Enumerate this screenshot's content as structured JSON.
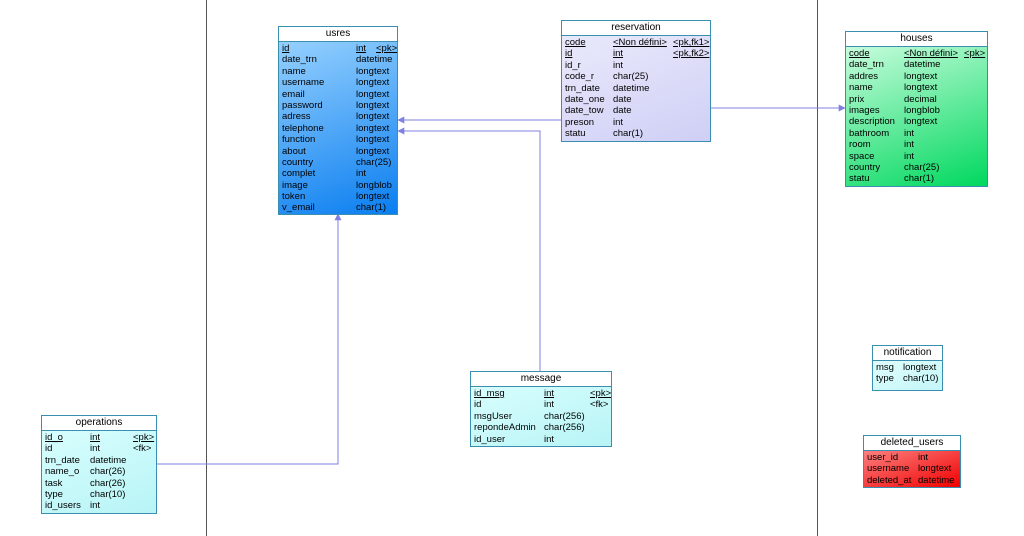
{
  "entities": {
    "usres": {
      "name": "usres",
      "fill": "gradient-blue",
      "columns": [
        {
          "name": "id",
          "type": "int",
          "key": "<pk>"
        },
        {
          "name": "date_trn",
          "type": "datetime",
          "key": ""
        },
        {
          "name": "name",
          "type": "longtext",
          "key": ""
        },
        {
          "name": "username",
          "type": "longtext",
          "key": ""
        },
        {
          "name": "email",
          "type": "longtext",
          "key": ""
        },
        {
          "name": "password",
          "type": "longtext",
          "key": ""
        },
        {
          "name": "adress",
          "type": "longtext",
          "key": ""
        },
        {
          "name": "telephone",
          "type": "longtext",
          "key": ""
        },
        {
          "name": "function",
          "type": "longtext",
          "key": ""
        },
        {
          "name": "about",
          "type": "longtext",
          "key": ""
        },
        {
          "name": "country",
          "type": "char(25)",
          "key": ""
        },
        {
          "name": "complet",
          "type": "int",
          "key": ""
        },
        {
          "name": "image",
          "type": "longblob",
          "key": ""
        },
        {
          "name": "token",
          "type": "longtext",
          "key": ""
        },
        {
          "name": "v_email",
          "type": "char(1)",
          "key": ""
        }
      ]
    },
    "reservation": {
      "name": "reservation",
      "columns": [
        {
          "name": "code",
          "type": "<Non défini>",
          "key": "<pk,fk1>"
        },
        {
          "name": "id",
          "type": "int",
          "key": "<pk,fk2>"
        },
        {
          "name": "id_r",
          "type": "int",
          "key": ""
        },
        {
          "name": "code_r",
          "type": "char(25)",
          "key": ""
        },
        {
          "name": "trn_date",
          "type": "datetime",
          "key": ""
        },
        {
          "name": "date_one",
          "type": "date",
          "key": ""
        },
        {
          "name": "date_tow",
          "type": "date",
          "key": ""
        },
        {
          "name": "preson",
          "type": "int",
          "key": ""
        },
        {
          "name": "statu",
          "type": "char(1)",
          "key": ""
        }
      ]
    },
    "houses": {
      "name": "houses",
      "columns": [
        {
          "name": "code",
          "type": "<Non défini>",
          "key": "<pk>"
        },
        {
          "name": "date_trn",
          "type": "datetime",
          "key": ""
        },
        {
          "name": "addres",
          "type": "longtext",
          "key": ""
        },
        {
          "name": "name",
          "type": "longtext",
          "key": ""
        },
        {
          "name": "prix",
          "type": "decimal",
          "key": ""
        },
        {
          "name": "images",
          "type": "longblob",
          "key": ""
        },
        {
          "name": "description",
          "type": "longtext",
          "key": ""
        },
        {
          "name": "bathroom",
          "type": "int",
          "key": ""
        },
        {
          "name": "room",
          "type": "int",
          "key": ""
        },
        {
          "name": "space",
          "type": "int",
          "key": ""
        },
        {
          "name": "country",
          "type": "char(25)",
          "key": ""
        },
        {
          "name": "statu",
          "type": "char(1)",
          "key": ""
        }
      ]
    },
    "message": {
      "name": "message",
      "columns": [
        {
          "name": "id_msg",
          "type": "int",
          "key": "<pk>"
        },
        {
          "name": "id",
          "type": "int",
          "key": "<fk>"
        },
        {
          "name": "msgUser",
          "type": "char(256)",
          "key": ""
        },
        {
          "name": "repondeAdmin",
          "type": "char(256)",
          "key": ""
        },
        {
          "name": "id_user",
          "type": "int",
          "key": ""
        }
      ]
    },
    "operations": {
      "name": "operations",
      "columns": [
        {
          "name": "id_o",
          "type": "int",
          "key": "<pk>"
        },
        {
          "name": "id",
          "type": "int",
          "key": "<fk>"
        },
        {
          "name": "trn_date",
          "type": "datetime",
          "key": ""
        },
        {
          "name": "name_o",
          "type": "char(26)",
          "key": ""
        },
        {
          "name": "task",
          "type": "char(26)",
          "key": ""
        },
        {
          "name": "type",
          "type": "char(10)",
          "key": ""
        },
        {
          "name": "id_users",
          "type": "int",
          "key": ""
        }
      ]
    },
    "notification": {
      "name": "notification",
      "columns": [
        {
          "name": "msg",
          "type": "longtext",
          "key": ""
        },
        {
          "name": "type",
          "type": "char(10)",
          "key": ""
        }
      ]
    },
    "deleted_users": {
      "name": "deleted_users",
      "columns": [
        {
          "name": "user_id",
          "type": "int",
          "key": ""
        },
        {
          "name": "username",
          "type": "longtext",
          "key": ""
        },
        {
          "name": "deleted_at",
          "type": "datetime",
          "key": ""
        }
      ]
    }
  },
  "colors": {
    "border": "#3a8fb0",
    "link": "#8080e0",
    "usres": [
      "#9fd6ff",
      "#0a7ef0"
    ],
    "reservation": [
      "#ececfc",
      "#cfcff6"
    ],
    "houses": [
      "#d6ffe6",
      "#00d85e"
    ],
    "message": [
      "#dcffff",
      "#b8f4f6"
    ],
    "operations": [
      "#dcffff",
      "#b8f4f6"
    ],
    "notification": [
      "#e8ffff",
      "#c4f6f8"
    ],
    "deleted_users": [
      "#ff9a9a",
      "#f00000"
    ]
  }
}
